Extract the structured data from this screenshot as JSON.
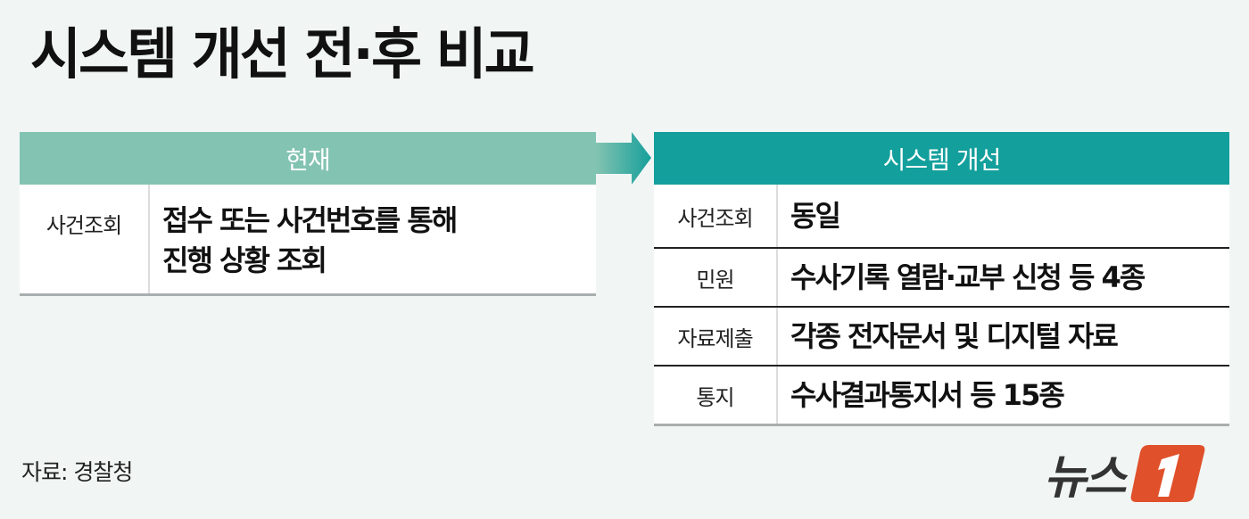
{
  "title": "시스템 개선 전·후 비교",
  "colors": {
    "background": "#f1f6f5",
    "current_header": "#83c3b1",
    "improved_header": "#139f9c",
    "logo_orange": "#e0502a"
  },
  "current": {
    "header": "현재",
    "rows": [
      {
        "label": "사건조회",
        "value": "접수 또는 사건번호를 통해\n진행 상황 조회"
      }
    ]
  },
  "improved": {
    "header": "시스템 개선",
    "rows": [
      {
        "label": "사건조회",
        "value": "동일"
      },
      {
        "label": "민원",
        "value": "수사기록 열람·교부 신청 등 4종"
      },
      {
        "label": "자료제출",
        "value": "각종 전자문서 및 디지털 자료"
      },
      {
        "label": "통지",
        "value": "수사결과통지서 등 15종"
      }
    ]
  },
  "arrow_icon": "right-arrow-icon",
  "source": "자료: 경찰청",
  "logo": {
    "text": "뉴스",
    "mark": "1"
  }
}
